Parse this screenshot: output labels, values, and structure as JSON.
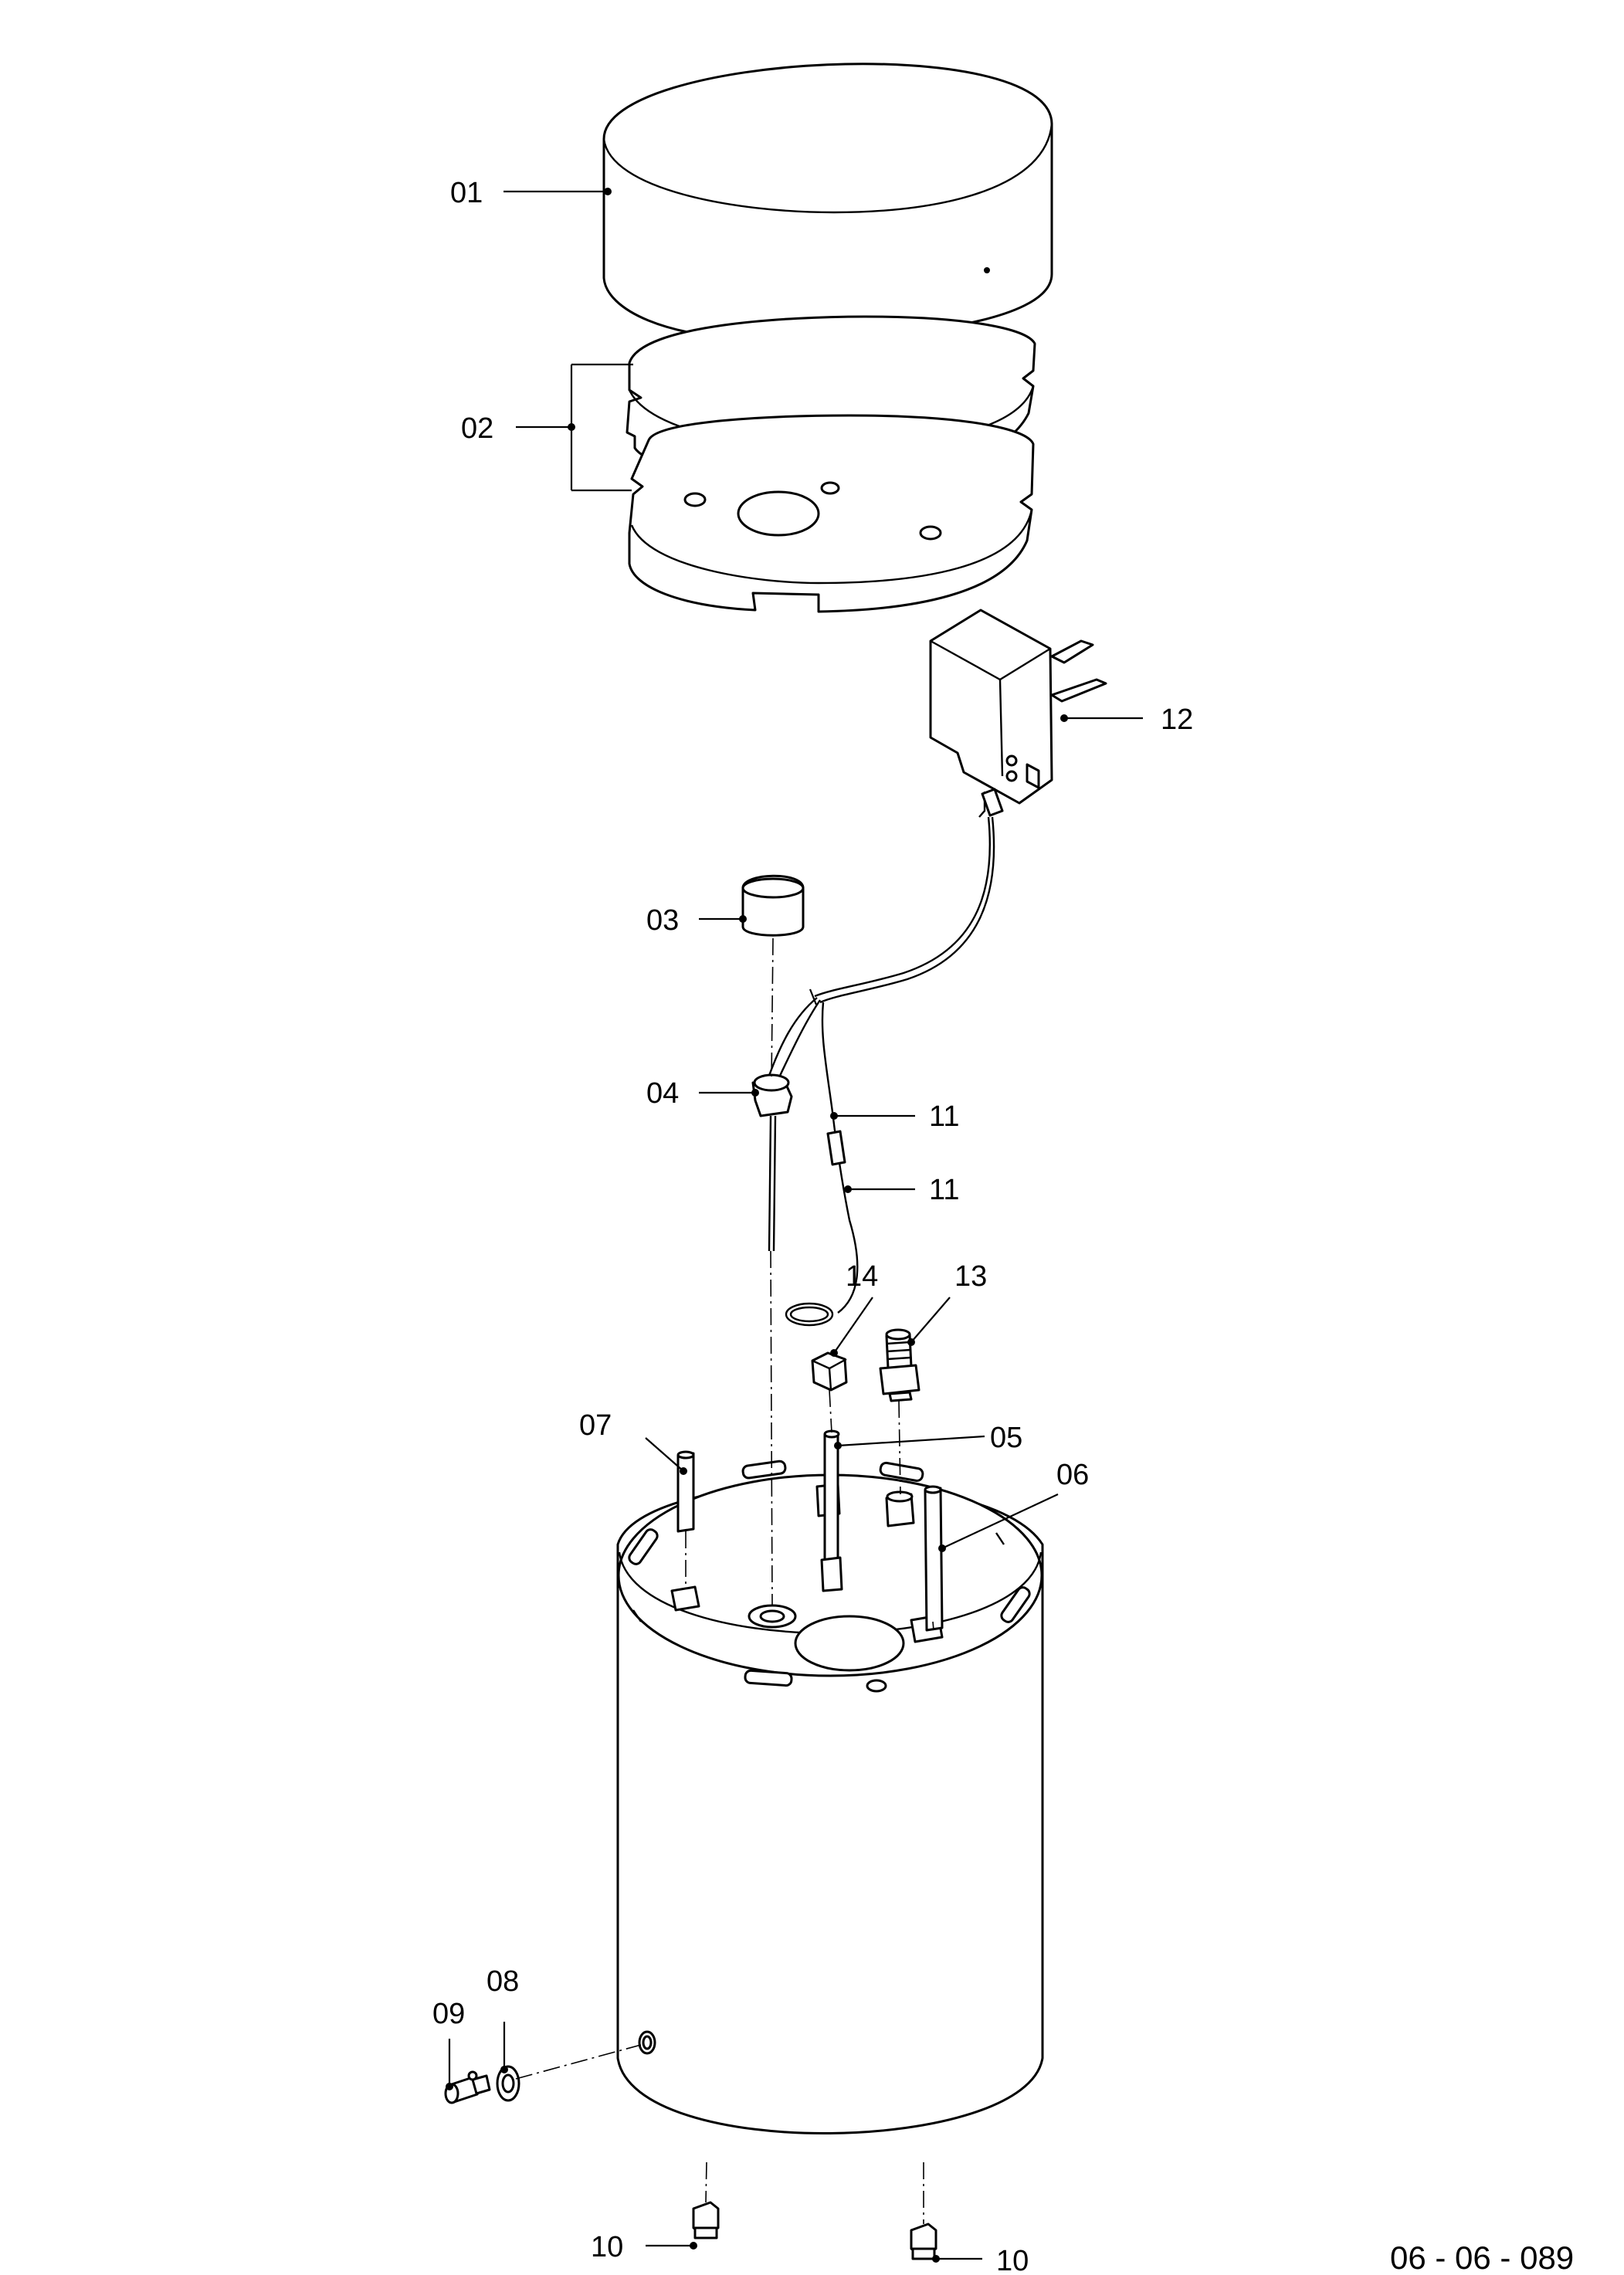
{
  "drawing": {
    "reference": "06 - 06 - 089"
  },
  "callouts": {
    "c01": "01",
    "c02": "02",
    "c03": "03",
    "c04": "04",
    "c05": "05",
    "c06": "06",
    "c07": "07",
    "c08": "08",
    "c09": "09",
    "c10a": "10",
    "c10b": "10",
    "c11a": "11",
    "c11b": "11",
    "c12": "12",
    "c13": "13",
    "c14": "14"
  }
}
